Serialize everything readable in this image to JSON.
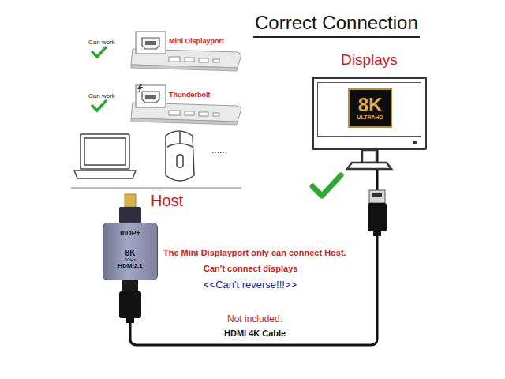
{
  "diagram": {
    "title": "Correct Connection",
    "nodes": [
      {
        "text": [
          "Host",
          "mDP+",
          "8K",
          "60Hz",
          "HDMI2.1"
        ]
      },
      {
        "text": [
          "Displays"
        ]
      },
      {
        "text": [
          "8K",
          "ULTRAHD"
        ],
        "in": 1
      }
    ],
    "edges": [
      {
        "from": 0,
        "to": 1,
        "arrow": "none"
      }
    ],
    "labels": [
      "Can work",
      "Mini Displayport",
      "Can work",
      "Thunderbolt",
      "......",
      "The Mini Displayport only can connect Host.",
      "Can't connect displays",
      "<<Can't reverse!!!>>",
      "Not included:",
      "HDMI 4K Cable"
    ]
  }
}
